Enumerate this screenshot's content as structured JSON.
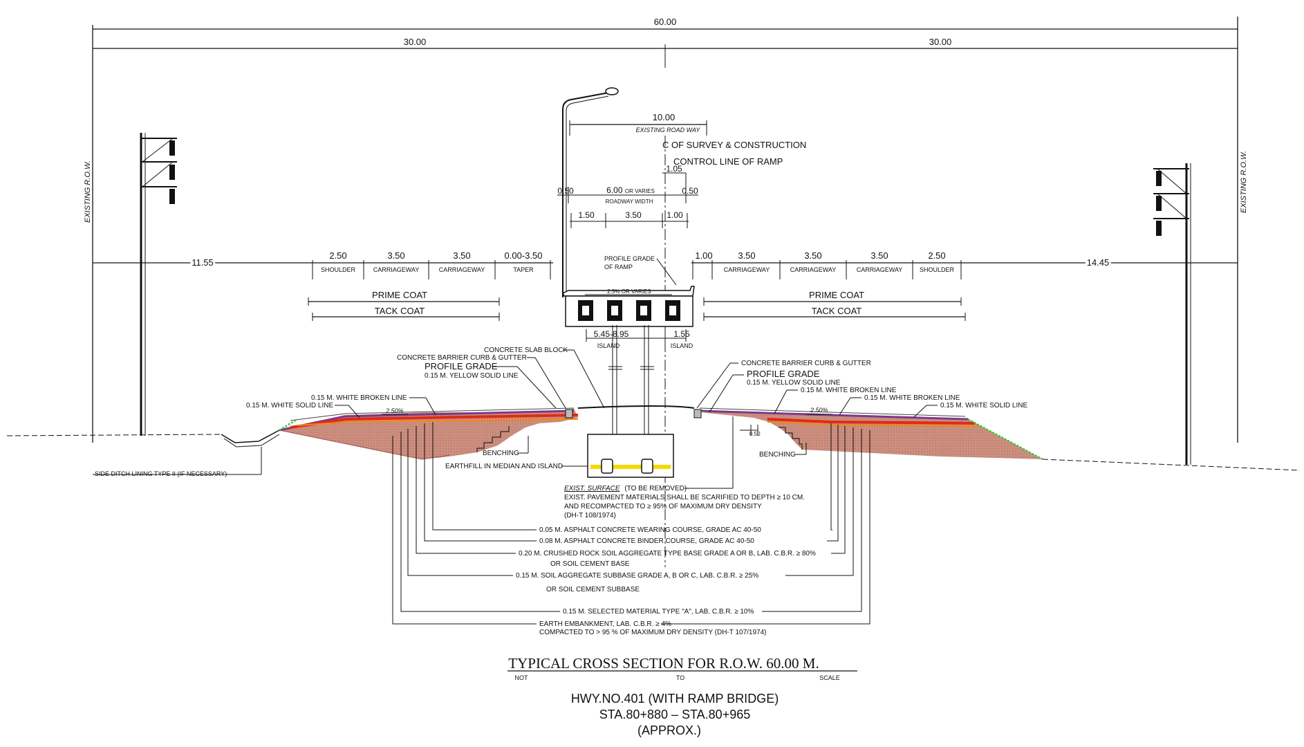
{
  "dimensions": {
    "total": "60.00",
    "half_left": "30.00",
    "half_right": "30.00",
    "existing_roadway": "10.00",
    "existing_roadway_label": "EXISTING ROAD WAY",
    "left_offset": "11.55",
    "right_offset": "14.45",
    "d_105": "1.05",
    "d_050_left": "0.50",
    "d_050_right": "0.50",
    "roadway_width_value": "6.00",
    "roadway_width_or_varies": "OR VARIES",
    "roadway_width_label": "ROADWAY WIDTH",
    "d_150": "1.50",
    "d_350": "3.50",
    "d_100": "1.00",
    "d_100_right": "1.00",
    "island_left_value": "5.45-8.95",
    "island_right_value": "1.55",
    "island_label": "ISLAND"
  },
  "centerline": {
    "line1": "C OF SURVEY & CONSTRUCTION",
    "line2": "CONTROL LINE OF RAMP"
  },
  "row_labels": {
    "left": "EXISTING R.O.W.",
    "right": "EXISTING R.O.W."
  },
  "lanes_left": [
    {
      "value": "2.50",
      "label": "SHOULDER"
    },
    {
      "value": "3.50",
      "label": "CARRIAGEWAY"
    },
    {
      "value": "3.50",
      "label": "CARRIAGEWAY"
    },
    {
      "value": "0.00-3.50",
      "label": "TAPER"
    }
  ],
  "lanes_right": [
    {
      "value": "3.50",
      "label": "CARRIAGEWAY"
    },
    {
      "value": "3.50",
      "label": "CARRIAGEWAY"
    },
    {
      "value": "3.50",
      "label": "CARRIAGEWAY"
    },
    {
      "value": "2.50",
      "label": "SHOULDER"
    }
  ],
  "coats": {
    "prime_left": "PRIME COAT",
    "tack_left": "TACK COAT",
    "prime_right": "PRIME COAT",
    "tack_right": "TACK COAT"
  },
  "bridge": {
    "profile_grade_ramp_1": "PROFILE GRADE",
    "profile_grade_ramp_2": "OF RAMP",
    "slope": "2.5% OR VARIES"
  },
  "annotations_left": {
    "slab_block": "CONCRETE SLAB BLOCK",
    "barrier": "CONCRETE  BARRIER CURB & GUTTER",
    "profile_grade": "PROFILE GRADE",
    "yellow_line": "0.15 M. YELLOW SOLID LINE",
    "white_broken": "0.15 M. WHITE BROKEN LINE",
    "white_solid": "0.15 M. WHITE SOLID LINE",
    "slope": "2.50%",
    "benching": "BENCHING",
    "earthfill": "EARTHFILL IN MEDIAN AND ISLAND",
    "side_ditch": "SIDE DITCH LINING TYPE II (IF NECESSARY)"
  },
  "annotations_right": {
    "barrier": "CONCRETE  BARRIER CURB & GUTTER",
    "profile_grade": "PROFILE GRADE",
    "yellow_line": "0.15 M. YELLOW SOLID LINE",
    "white_broken_1": "0.15 M. WHITE BROKEN LINE",
    "white_broken_2": "0.15 M. WHITE BROKEN LINE",
    "white_solid": "0.15 M. WHITE SOLID LINE",
    "slope": "2.50%",
    "d_050": "0.50",
    "benching": "BENCHING"
  },
  "existing_surface": {
    "line1": "EXIST. SURFACE",
    "line1_suffix": "(TO BE REMOVED)",
    "line2": "EXIST. PAVEMENT MATERIALS SHALL BE SCARIFIED TO DEPTH ≥ 10 CM.",
    "line3": "AND RECOMPACTED TO ≥ 95%  OF MAXIMUM DRY DENSITY",
    "line4": "(DH-T 108/1974)"
  },
  "layers": [
    "0.05 M. ASPHALT CONCRETE WEARING COURSE, GRADE AC 40-50",
    "0.08 M. ASPHALT CONCRETE BINDER COURSE, GRADE AC 40-50",
    "0.20 M. CRUSHED ROCK SOIL AGGREGATE TYPE BASE GRADE A OR B, LAB. C.B.R. ≥ 80%",
    "OR SOIL CEMENT BASE",
    "0.15 M. SOIL AGGREGATE SUBBASE GRADE A, B OR C, LAB. C.B.R. ≥ 25%",
    "OR SOIL CEMENT SUBBASE",
    "0.15 M. SELECTED MATERIAL TYPE \"A\", LAB. C.B.R. ≥ 10%",
    "EARTH EMBANKMENT, LAB. C.B.R. ≥ 4%",
    "COMPACTED TO > 95 % OF MAXIMUM DRY DENSITY (DH-T 107/1974)"
  ],
  "title": {
    "main": "TYPICAL CROSS SECTION FOR R.O.W. 60.00 M.",
    "not": "NOT",
    "to": "TO",
    "scale": "SCALE",
    "line1": "HWY.NO.401 (WITH RAMP BRIDGE)",
    "line2": "STA.80+880 – STA.80+965",
    "line3": "(APPROX.)"
  },
  "colors": {
    "fill_embankment": "#c98a7c",
    "layer_purple": "#7a3a8a",
    "layer_red": "#e02a1a",
    "layer_orange": "#f08a10",
    "layer_yellow": "#f5d800",
    "slope_green": "#3cc43c"
  }
}
